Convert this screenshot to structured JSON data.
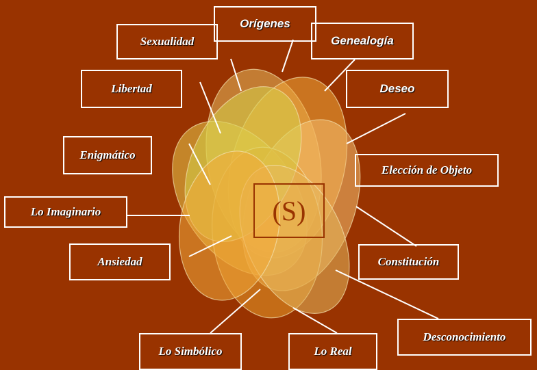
{
  "diagram": {
    "center_label": "(S)",
    "colors": {
      "background": "#993300",
      "box_border": "#ffffff",
      "text": "#ffffff",
      "center_text": "#993300",
      "petals": [
        "#e6b85c",
        "#f2a93b",
        "#e8c94a",
        "#f5c070",
        "#e89b2a",
        "#d6d24a"
      ]
    },
    "labels": [
      {
        "id": "origenes",
        "text": "Orígenes"
      },
      {
        "id": "sexualidad",
        "text": "Sexualidad"
      },
      {
        "id": "genealogia",
        "text": "Genealogía"
      },
      {
        "id": "libertad",
        "text": "Libertad"
      },
      {
        "id": "deseo",
        "text": "Deseo"
      },
      {
        "id": "enigmatico",
        "text": "Enigmático"
      },
      {
        "id": "eleccion",
        "text": "Elección de Objeto"
      },
      {
        "id": "imaginario",
        "text": "Lo Imaginario"
      },
      {
        "id": "ansiedad",
        "text": "Ansiedad"
      },
      {
        "id": "constitucion",
        "text": "Constitución"
      },
      {
        "id": "desconocimiento",
        "text": "Desconocimiento"
      },
      {
        "id": "simbolico",
        "text": "Lo Simbólico"
      },
      {
        "id": "real",
        "text": "Lo Real"
      }
    ]
  }
}
